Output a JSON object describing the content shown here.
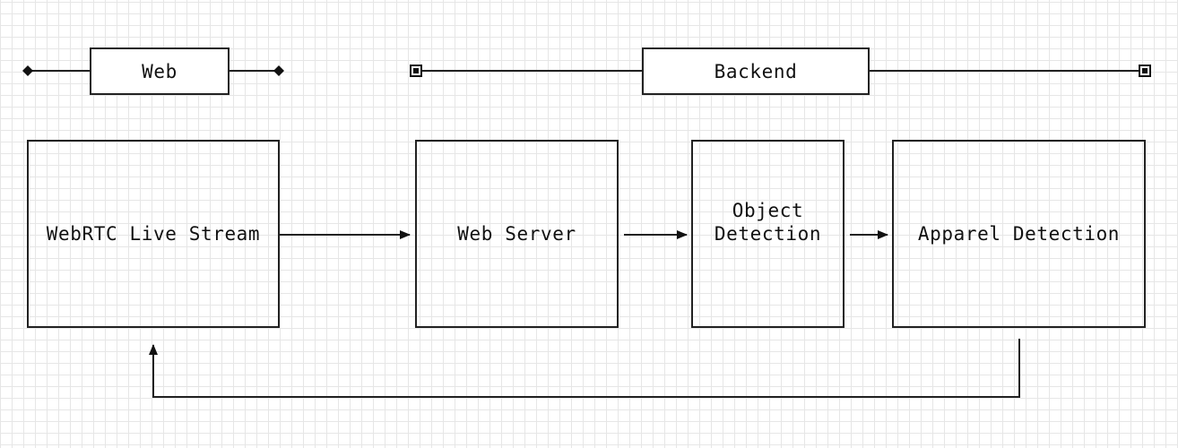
{
  "groups": {
    "web": {
      "label": "Web"
    },
    "backend": {
      "label": "Backend"
    }
  },
  "nodes": {
    "webrtc": {
      "label": "WebRTC Live Stream"
    },
    "web_server": {
      "label": "Web Server"
    },
    "object_detection": {
      "label": "Object\nDetection"
    },
    "apparel_detection": {
      "label": "Apparel Detection"
    }
  },
  "edges": [
    {
      "from": "WebRTC Live Stream",
      "to": "Web Server"
    },
    {
      "from": "Web Server",
      "to": "Object\nDetection"
    },
    {
      "from": "Object\nDetection",
      "to": "Apparel Detection"
    },
    {
      "from": "Apparel Detection",
      "to": "WebRTC Live Stream"
    }
  ],
  "colors": {
    "stroke": "#222222",
    "grid": "#e6e6e6",
    "background": "#ffffff"
  }
}
